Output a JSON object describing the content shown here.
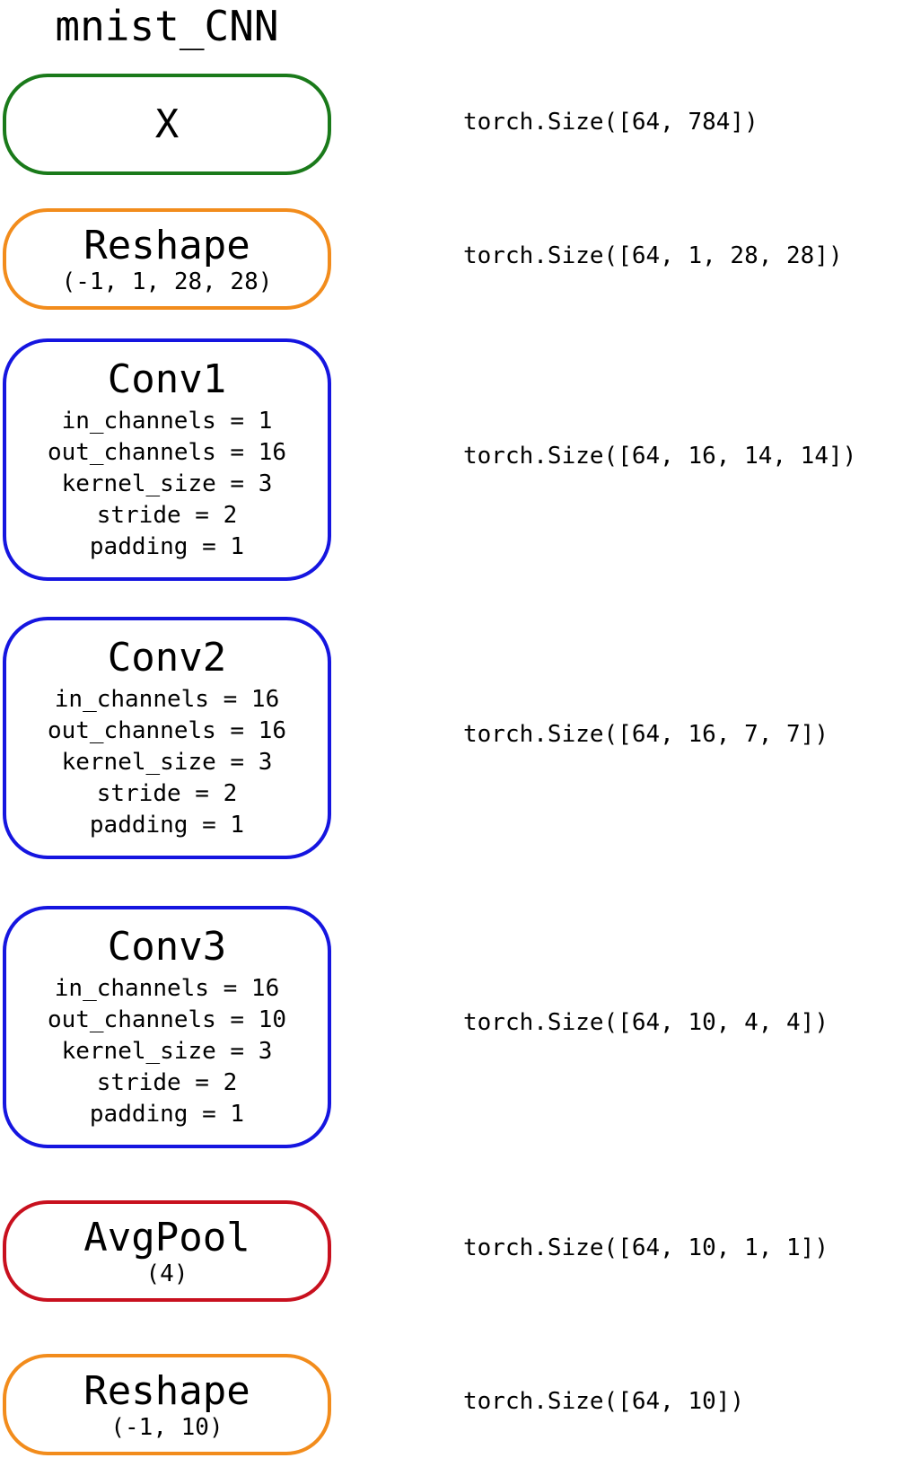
{
  "title": "mnist_CNN",
  "colors": {
    "input": "#1a7a1a",
    "reshape": "#f28c1c",
    "conv": "#1515e0",
    "pool": "#c8101e"
  },
  "nodes": [
    {
      "kind": "input",
      "label": "X",
      "args": "",
      "params": [],
      "output_shape": "torch.Size([64, 784])"
    },
    {
      "kind": "reshape",
      "label": "Reshape",
      "args": "(-1, 1, 28, 28)",
      "params": [],
      "output_shape": "torch.Size([64, 1, 28, 28])"
    },
    {
      "kind": "conv",
      "label": "Conv1",
      "args": "",
      "params": [
        "in_channels = 1",
        "out_channels = 16",
        "kernel_size = 3",
        "stride = 2",
        "padding = 1"
      ],
      "output_shape": "torch.Size([64, 16, 14, 14])"
    },
    {
      "kind": "conv",
      "label": "Conv2",
      "args": "",
      "params": [
        "in_channels = 16",
        "out_channels = 16",
        "kernel_size = 3",
        "stride = 2",
        "padding = 1"
      ],
      "output_shape": "torch.Size([64, 16, 7, 7])"
    },
    {
      "kind": "conv",
      "label": "Conv3",
      "args": "",
      "params": [
        "in_channels = 16",
        "out_channels = 10",
        "kernel_size = 3",
        "stride = 2",
        "padding = 1"
      ],
      "output_shape": "torch.Size([64, 10, 4, 4])"
    },
    {
      "kind": "pool",
      "label": "AvgPool",
      "args": "(4)",
      "params": [],
      "output_shape": "torch.Size([64, 10, 1, 1])"
    },
    {
      "kind": "reshape",
      "label": "Reshape",
      "args": "(-1, 10)",
      "params": [],
      "output_shape": "torch.Size([64, 10])"
    }
  ]
}
